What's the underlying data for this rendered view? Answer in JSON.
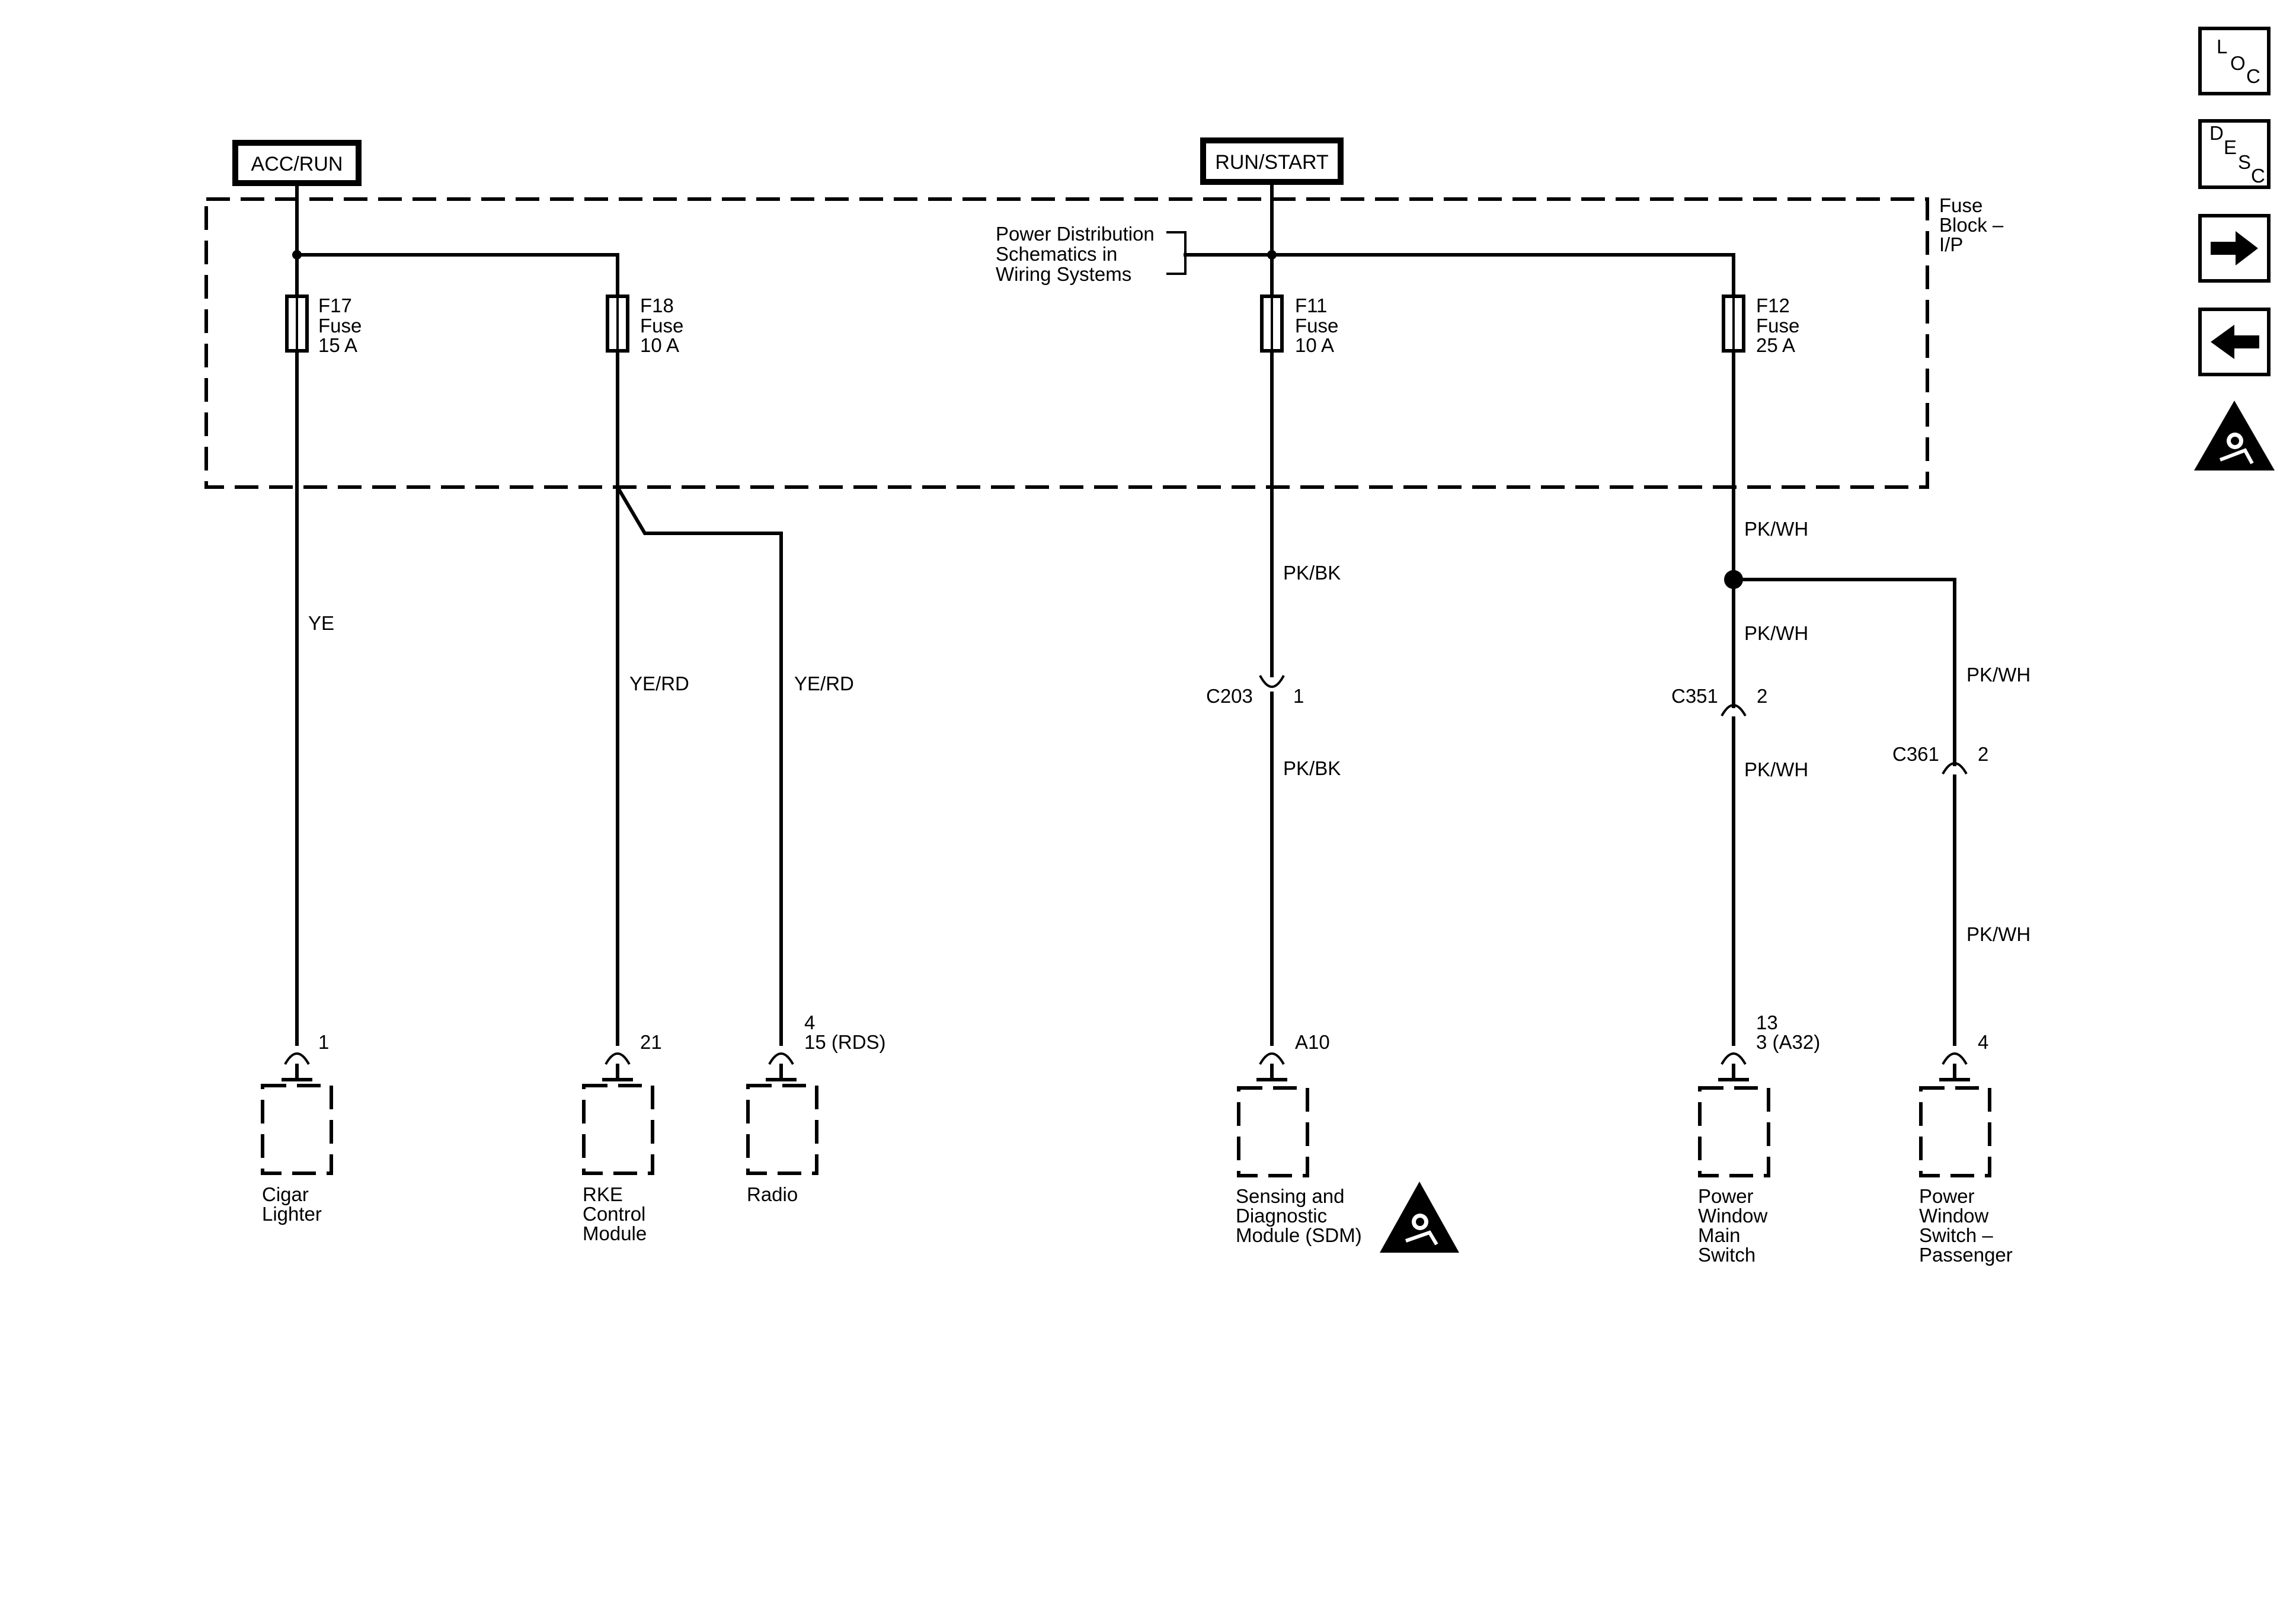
{
  "supplies": {
    "acc_run": "ACC/RUN",
    "run_start": "RUN/START"
  },
  "fuse_block": {
    "line1": "Fuse",
    "line2": "Block –",
    "line3": "I/P"
  },
  "power_distribution": {
    "line1": "Power Distribution",
    "line2": "Schematics in",
    "line3": "Wiring Systems"
  },
  "fuses": {
    "f17": {
      "name": "F17",
      "type": "Fuse",
      "rating": "15 A"
    },
    "f18": {
      "name": "F18",
      "type": "Fuse",
      "rating": "10 A"
    },
    "f11": {
      "name": "F11",
      "type": "Fuse",
      "rating": "10 A"
    },
    "f12": {
      "name": "F12",
      "type": "Fuse",
      "rating": "25 A"
    }
  },
  "wires": {
    "ye": "YE",
    "ye_rd_rke": "YE/RD",
    "ye_rd_radio": "YE/RD",
    "pk_bk_upper": "PK/BK",
    "pk_bk_lower": "PK/BK",
    "pk_wh_top": "PK/WH",
    "pk_wh_mid": "PK/WH",
    "pk_wh_low": "PK/WH",
    "pk_wh_pass_upper": "PK/WH",
    "pk_wh_pass_lower": "PK/WH"
  },
  "connectors": {
    "c203": {
      "name": "C203",
      "pin": "1"
    },
    "c351": {
      "name": "C351",
      "pin": "2"
    },
    "c361": {
      "name": "C361",
      "pin": "2"
    }
  },
  "components": {
    "cigar": {
      "pin": "1",
      "line1": "Cigar",
      "line2": "Lighter"
    },
    "rke": {
      "pin": "21",
      "line1": "RKE",
      "line2": "Control",
      "line3": "Module"
    },
    "radio": {
      "pin_line1": "4",
      "pin_line2": "15 (RDS)",
      "line1": "Radio"
    },
    "sdm": {
      "pin": "A10",
      "line1": "Sensing and",
      "line2": "Diagnostic",
      "line3": "Module (SDM)"
    },
    "pwm": {
      "pin_line1": "13",
      "pin_line2": "3  (A32)",
      "line1": "Power",
      "line2": "Window",
      "line3": "Main",
      "line4": "Switch"
    },
    "pwp": {
      "pin": "4",
      "line1": "Power",
      "line2": "Window",
      "line3": "Switch –",
      "line4": "Passenger"
    }
  },
  "nav": {
    "loc": {
      "l1": "L",
      "l2": "O",
      "l3": "C"
    },
    "desc": {
      "l1": "D",
      "l2": "E",
      "l3": "S",
      "l4": "C"
    },
    "next_icon": "arrow-right-icon",
    "prev_icon": "arrow-left-icon",
    "airbag_icon": "airbag-warning-icon"
  }
}
